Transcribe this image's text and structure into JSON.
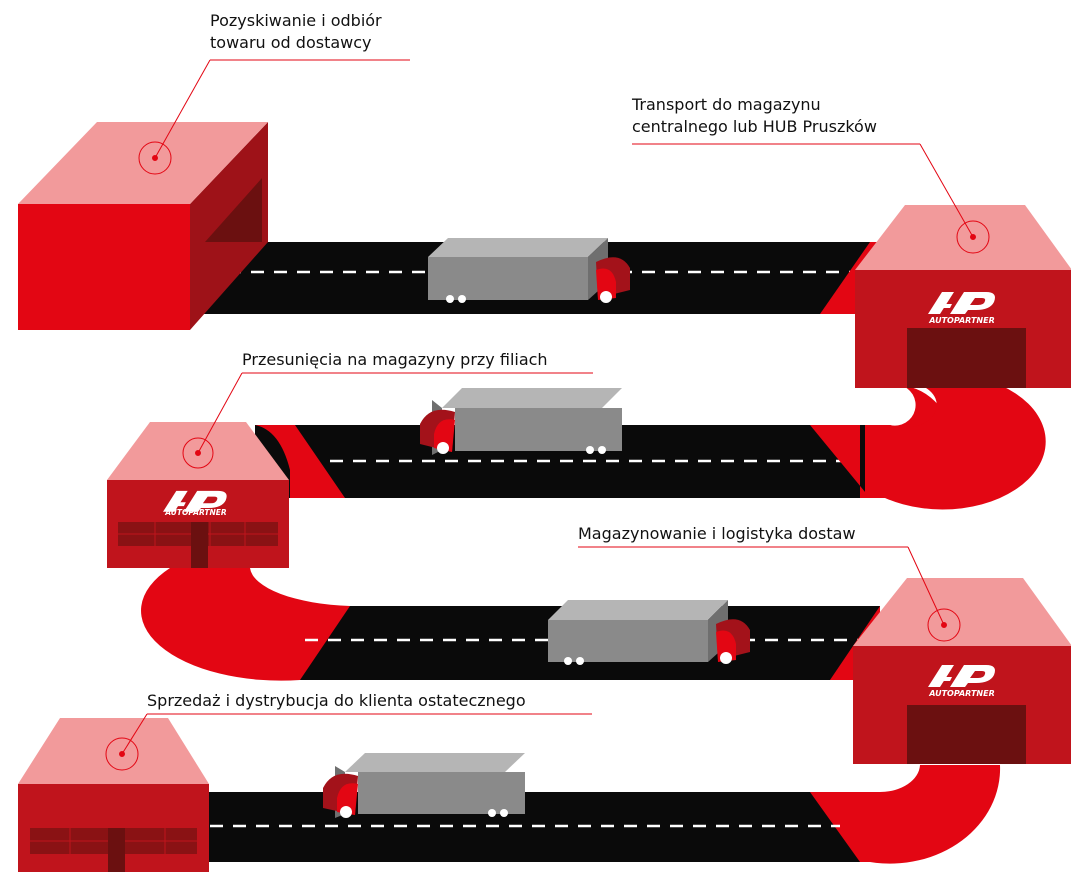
{
  "colors": {
    "road": "#0a0a0a",
    "curve": "#e30613",
    "wall": "#c0141c",
    "roof": "#f29a9b",
    "door": "#6b1010",
    "truck_body": "#8a8a8a",
    "truck_top": "#b5b5b5",
    "cab": "#e30613",
    "cab_dark": "#a3121a",
    "dash": "#ffffff",
    "marker": "#e30613"
  },
  "logo": {
    "mark": "AP",
    "wordmark": "AUTOPARTNER"
  },
  "steps": [
    {
      "lines": [
        "Pozyskiwanie i odbiór",
        "towaru od dostawcy"
      ]
    },
    {
      "lines": [
        "Transport do magazynu",
        "centralnego lub HUB Pruszków"
      ]
    },
    {
      "lines": [
        "Przesunięcia na magazyny przy filiach"
      ]
    },
    {
      "lines": [
        "Magazynowanie i logistyka dostaw"
      ]
    },
    {
      "lines": [
        "Sprzedaż i dystrybucja do klienta ostatecznego"
      ]
    }
  ]
}
